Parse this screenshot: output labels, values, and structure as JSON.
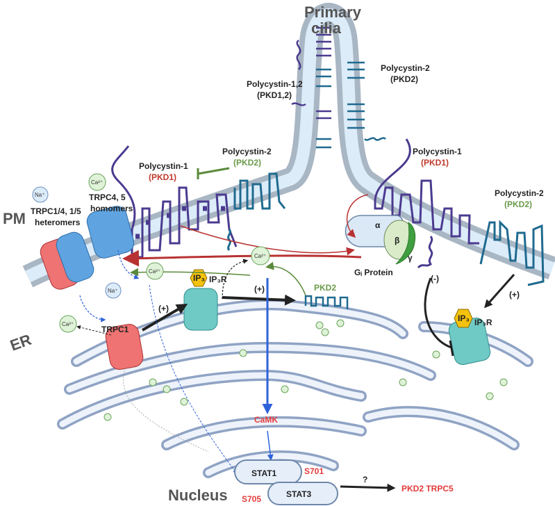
{
  "title": "Primary cilia",
  "title_line1": "Primary",
  "title_line2": "cilia",
  "regions": {
    "pm": "PM",
    "er": "ER",
    "nucleus": "Nucleus"
  },
  "cilia_labels": {
    "pc12_name": "Polycystin-1,2",
    "pc12_gene": "(PKD1,2)",
    "pc2_name": "Polycystin-2",
    "pc2_gene": "(PKD2)"
  },
  "left_labels": {
    "pc1_name": "Polycystin-1",
    "pc1_gene": "(PKD1)",
    "pc2_name": "Polycystin-2",
    "pc2_gene": "(PKD2)",
    "trpc_hetero_1": "TRPC1/4, 1/5",
    "trpc_hetero_2": "heteromers",
    "trpc_homo_1": "TRPC4, 5",
    "trpc_homo_2": "homomers"
  },
  "right_labels": {
    "pc1_name": "Polycystin-1",
    "pc1_gene": "(PKD1)",
    "pc2_name": "Polycystin-2",
    "pc2_gene": "(PKD2)",
    "gi_protein": "Gᵢ Protein",
    "alpha": "α",
    "beta": "β",
    "gamma": "γ"
  },
  "ions": {
    "na": "Na⁺",
    "ca": "Ca²⁺"
  },
  "signaling": {
    "ip3": "IP₃",
    "ip3r": "IP₃R",
    "plus": "(+)",
    "minus": "(-)",
    "pkd2": "PKD2",
    "trpc1": "TRPC1",
    "camk": "CaMK",
    "stat1": "STAT1",
    "stat3": "STAT3",
    "s701": "S701",
    "s705": "S705",
    "question": "?",
    "targets": "PKD2 TRPC5"
  },
  "colors": {
    "membrane_outer": "#a9b6c3",
    "membrane_inner": "#dcecf9",
    "pkd1": "#4b3a8f",
    "pkd2": "#1f6a8f",
    "label_red": "#e23b3b",
    "label_green": "#6a9a4a"
  }
}
